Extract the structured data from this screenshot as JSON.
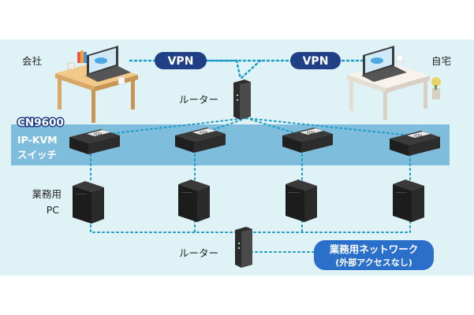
{
  "labels": {
    "office": "会社",
    "home": "自宅",
    "router_top": "ルーター",
    "router_bottom": "ルーター",
    "model": "CN9600",
    "switch_line1": "IP-KVM",
    "switch_line2": "スイッチ",
    "pc_line1": "業務用",
    "pc_line2": "PC",
    "vpn_left": "VPN",
    "vpn_right": "VPN",
    "network_line1": "業務用ネットワーク",
    "network_line2": "(外部アクセスなし)",
    "kvm_brand": "ATEN"
  },
  "colors": {
    "panel_bg": "#dff3f7",
    "band": "#6fb3d8",
    "vpn_pill": "#1f3f86",
    "network_badge": "#2a6fc9",
    "dotted_link": "#1e9bc7",
    "desk": "#f0c27e",
    "home_desk": "#f5f1ea"
  }
}
